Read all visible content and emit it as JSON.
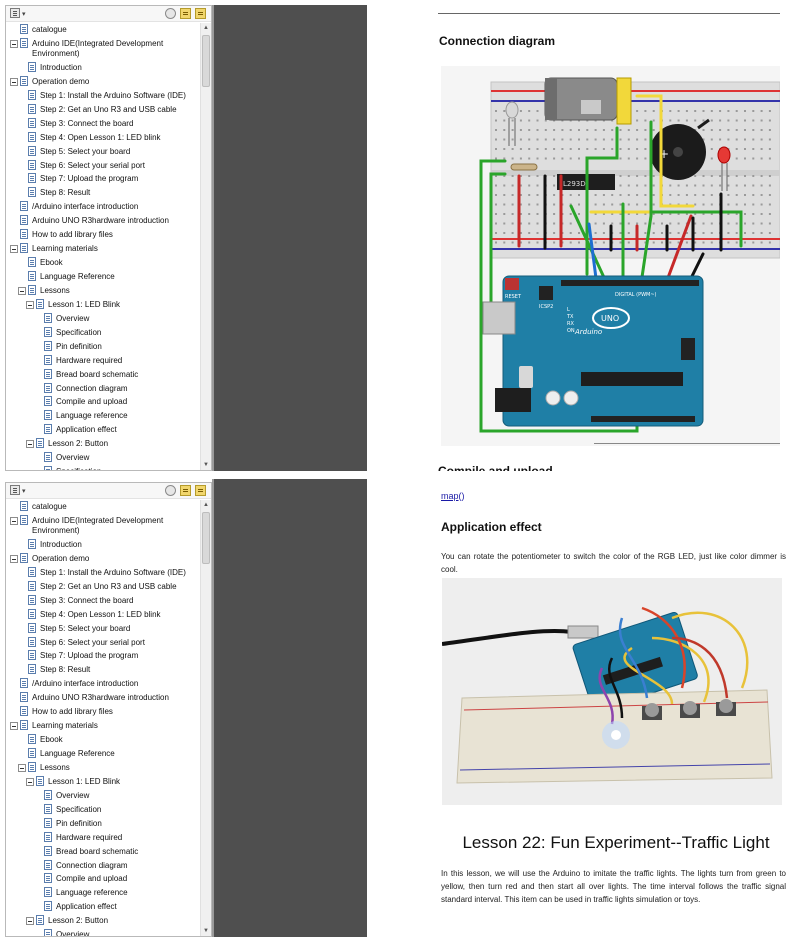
{
  "sidebar": {
    "toolbar_icons": [
      "outline-menu-icon",
      "collapse-circle-icon",
      "bookmark-add-icon",
      "bookmark-properties-icon"
    ],
    "items": [
      {
        "label": "catalogue",
        "level": 0,
        "expandable": false
      },
      {
        "label": "Arduino IDE(Integrated Development Environment)",
        "level": 0,
        "expandable": true
      },
      {
        "label": "Introduction",
        "level": 1,
        "expandable": false
      },
      {
        "label": "Operation demo",
        "level": 0,
        "expandable": true
      },
      {
        "label": "Step 1: Install the Arduino Software (IDE)",
        "level": 1,
        "expandable": false
      },
      {
        "label": "Step 2: Get an Uno R3 and USB cable",
        "level": 1,
        "expandable": false
      },
      {
        "label": "Step 3: Connect the board",
        "level": 1,
        "expandable": false
      },
      {
        "label": "Step 4: Open Lesson 1: LED blink",
        "level": 1,
        "expandable": false
      },
      {
        "label": "Step 5: Select your board",
        "level": 1,
        "expandable": false
      },
      {
        "label": "Step 6: Select your serial port",
        "level": 1,
        "expandable": false
      },
      {
        "label": "Step 7: Upload the program",
        "level": 1,
        "expandable": false
      },
      {
        "label": "Step 8: Result",
        "level": 1,
        "expandable": false
      },
      {
        "label": "/Arduino interface introduction",
        "level": 0,
        "expandable": false
      },
      {
        "label": "Arduino UNO R3hardware introduction",
        "level": 0,
        "expandable": false
      },
      {
        "label": "How to add library files",
        "level": 0,
        "expandable": false
      },
      {
        "label": "Learning materials",
        "level": 0,
        "expandable": true
      },
      {
        "label": "Ebook",
        "level": 1,
        "expandable": false
      },
      {
        "label": "Language Reference",
        "level": 1,
        "expandable": false
      },
      {
        "label": "Lessons",
        "level": 1,
        "expandable": true
      },
      {
        "label": "Lesson 1: LED Blink",
        "level": 2,
        "expandable": true
      },
      {
        "label": "Overview",
        "level": 3,
        "expandable": false
      },
      {
        "label": "Specification",
        "level": 3,
        "expandable": false
      },
      {
        "label": "Pin definition",
        "level": 3,
        "expandable": false
      },
      {
        "label": "Hardware required",
        "level": 3,
        "expandable": false
      },
      {
        "label": "Bread board schematic",
        "level": 3,
        "expandable": false
      },
      {
        "label": "Connection diagram",
        "level": 3,
        "expandable": false
      },
      {
        "label": "Compile and upload",
        "level": 3,
        "expandable": false
      },
      {
        "label": "Language reference",
        "level": 3,
        "expandable": false
      },
      {
        "label": "Application effect",
        "level": 3,
        "expandable": false
      },
      {
        "label": "Lesson 2: Button",
        "level": 2,
        "expandable": true
      },
      {
        "label": "Overview",
        "level": 3,
        "expandable": false
      },
      {
        "label": "Specification",
        "level": 3,
        "expandable": false
      }
    ]
  },
  "doc_top": {
    "heading": "Connection diagram",
    "next_heading_clipped": "Compile and upload",
    "chip_label": "L293D",
    "board_labels": [
      "Arduino",
      "UNO",
      "RESET",
      "ICSP2",
      "TX",
      "RX",
      "L",
      "ON",
      "DIGITAL (PWM~)"
    ]
  },
  "doc_bottom": {
    "link": "map",
    "link_suffix": "()",
    "heading": "Application effect",
    "intro": "You can rotate the potentiometer to switch the color of the RGB LED, just like color dimmer is cool.",
    "lesson_title": "Lesson 22: Fun Experiment--Traffic Light",
    "lesson_intro": "In this lesson, we will use the Arduino to imitate the traffic lights. The lights turn from green to yellow, then turn red and then start all over lights. The time interval follows the traffic signal standard interval. This item can be used in traffic lights simulation or toys."
  },
  "colors": {
    "arduino_blue": "#1f7fa6",
    "dark_pane": "#4f4f4f",
    "wire_green": "#2aa52a",
    "wire_red": "#c62828",
    "link_blue": "#1a1aa6"
  }
}
